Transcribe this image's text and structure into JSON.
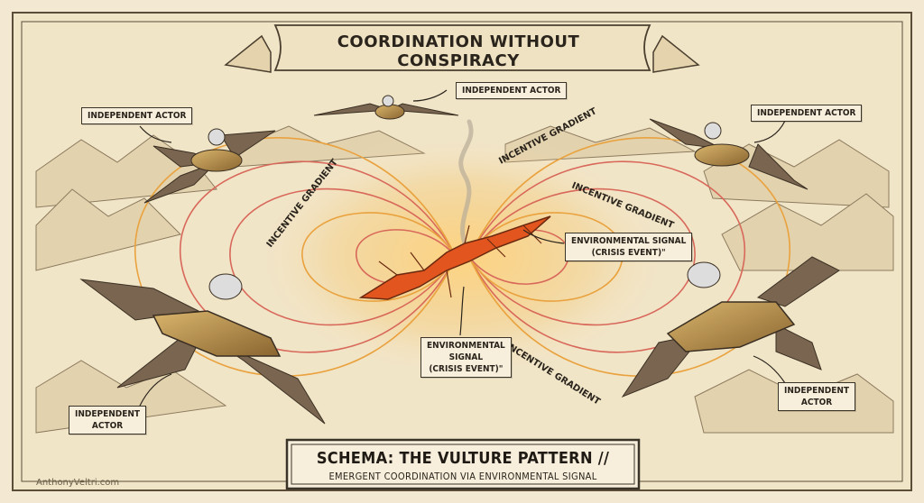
{
  "title": "COORDINATION WITHOUT CONSPIRACY",
  "actors": {
    "top_center": "INDEPENDENT ACTOR",
    "top_left": "INDEPENDENT ACTOR",
    "top_right": "INDEPENDENT ACTOR",
    "bottom_left": "INDEPENDENT\nACTOR",
    "bottom_right": "INDEPENDENT\nACTOR"
  },
  "signals": {
    "right": "ENVIRONMENTAL SIGNAL\n(CRISIS EVENT)\"",
    "center": "ENVIRONMENTAL\nSIGNAL\n(CRISIS EVENT)\""
  },
  "gradient_labels": {
    "left": "INCENTIVE GRADIENT",
    "top": "INCENTIVE GRADIENT",
    "right": "INCENTIVE GRADIENT",
    "bottom": "INCENTIVE GRADIENT"
  },
  "schema": {
    "title": "SCHEMA: THE VULTURE PATTERN //",
    "subtitle": "EMERGENT COORDINATION VIA ENVIRONMENTAL SIGNAL"
  },
  "credit": "AnthonyVeltri.com",
  "colors": {
    "parchment": "#f3e9d2",
    "ink": "#2a241c",
    "field_red": "#d8685a",
    "field_orange": "#e9a23e",
    "crack": "#e2551e",
    "brass": "#b38a45"
  }
}
